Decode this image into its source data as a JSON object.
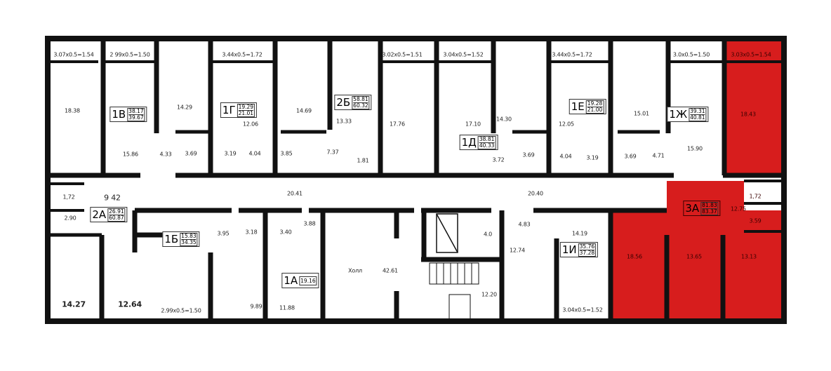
{
  "colors": {
    "wall": "#111111",
    "highlight": "#d71d1d",
    "background": "#ffffff"
  },
  "balconies": [
    "3.07x0.5=1.54",
    "2 99x0.5=1.50",
    "3.44x0.5=1.72",
    "3.02x0.5=1.51",
    "3.04x0.5=1.52",
    "3.44x0.5=1.72",
    "3.0x0.5=1.50",
    "3.03x0.5=1.54",
    "2.99x0.5=1.50",
    "3.04x0.5=1.52"
  ],
  "units": [
    {
      "code": "1В",
      "living": "38.17",
      "total": "39.67"
    },
    {
      "code": "1Г",
      "living": "19.29",
      "total": "21.01"
    },
    {
      "code": "2Б",
      "living": "58.81",
      "total": "60.32"
    },
    {
      "code": "1Д",
      "living": "38.81",
      "total": "40.33"
    },
    {
      "code": "1Е",
      "living": "19.28",
      "total": "21.00"
    },
    {
      "code": "1Ж",
      "living": "39.31",
      "total": "40.81"
    },
    {
      "code": "2А",
      "living": "26.91",
      "total": "60.87"
    },
    {
      "code": "1Б",
      "living": "15.83",
      "total": "34.35"
    },
    {
      "code": "1А",
      "total": "19.16"
    },
    {
      "code": "1И",
      "living": "35.76",
      "total": "37.28"
    },
    {
      "code": "3А",
      "living": "81.83",
      "total": "83.37",
      "highlighted": true
    }
  ],
  "rooms": [
    "18.38",
    "15.86",
    "4.33",
    "14.29",
    "3.69",
    "12.06",
    "3.19",
    "4.04",
    "14.69",
    "3.85",
    "7.37",
    "13.33",
    "1.81",
    "17.76",
    "17.10",
    "14.30",
    "3.72",
    "3.69",
    "12.05",
    "4.04",
    "3.19",
    "3.69",
    "15.01",
    "4.71",
    "15.90",
    "18.43",
    "1,72",
    "9 42",
    "2.90",
    "20.41",
    "20.40",
    "3.95",
    "3.18",
    "3.40",
    "3.88",
    "14.27",
    "12.64",
    "9.89",
    "11.88",
    "4.0",
    "4.83",
    "12.74",
    "14.19",
    "12.20",
    "12.75",
    "1,72",
    "3.59",
    "18.56",
    "13.65",
    "13.13"
  ],
  "hall": {
    "label": "Холл",
    "area": "42.61"
  }
}
